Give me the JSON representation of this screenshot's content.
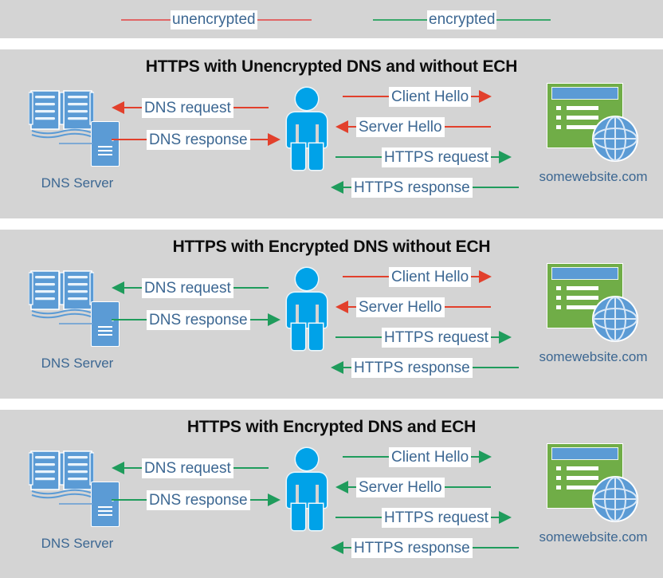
{
  "legend": {
    "items": [
      {
        "label": "unencrypted",
        "color": "#e06666",
        "icon": "red-line-icon"
      },
      {
        "label": "encrypted",
        "color": "#3aa86b",
        "icon": "green-line-icon"
      }
    ]
  },
  "colors": {
    "panel_background": "#d4d4d4",
    "page_background": "#ffffff",
    "label_text": "#3c6792",
    "title_text": "#0d0d0d",
    "unencrypted": "#e2402c",
    "encrypted": "#1f9c5c",
    "person": "#00a2e8",
    "server_blue": "#5b9bd5",
    "website_green": "#70ad47"
  },
  "nodes": {
    "dns_server_label": "DNS Server",
    "website_label": "somewebsite.com"
  },
  "panels": [
    {
      "title": "HTTPS with Unencrypted DNS and without ECH",
      "dns_flows": [
        {
          "label": "DNS request",
          "direction": "left",
          "encrypted": false
        },
        {
          "label": "DNS response",
          "direction": "right",
          "encrypted": false
        }
      ],
      "server_flows": [
        {
          "label": "Client Hello",
          "direction": "right",
          "encrypted": false
        },
        {
          "label": "Server Hello",
          "direction": "left",
          "encrypted": false
        },
        {
          "label": "HTTPS request",
          "direction": "right",
          "encrypted": true
        },
        {
          "label": "HTTPS response",
          "direction": "left",
          "encrypted": true
        }
      ]
    },
    {
      "title": "HTTPS with Encrypted DNS without ECH",
      "dns_flows": [
        {
          "label": "DNS request",
          "direction": "left",
          "encrypted": true
        },
        {
          "label": "DNS response",
          "direction": "right",
          "encrypted": true
        }
      ],
      "server_flows": [
        {
          "label": "Client Hello",
          "direction": "right",
          "encrypted": false
        },
        {
          "label": "Server Hello",
          "direction": "left",
          "encrypted": false
        },
        {
          "label": "HTTPS request",
          "direction": "right",
          "encrypted": true
        },
        {
          "label": "HTTPS response",
          "direction": "left",
          "encrypted": true
        }
      ]
    },
    {
      "title": "HTTPS with Encrypted DNS and ECH",
      "dns_flows": [
        {
          "label": "DNS request",
          "direction": "left",
          "encrypted": true
        },
        {
          "label": "DNS response",
          "direction": "right",
          "encrypted": true
        }
      ],
      "server_flows": [
        {
          "label": "Client Hello",
          "direction": "right",
          "encrypted": true
        },
        {
          "label": "Server Hello",
          "direction": "left",
          "encrypted": true
        },
        {
          "label": "HTTPS request",
          "direction": "right",
          "encrypted": true
        },
        {
          "label": "HTTPS response",
          "direction": "left",
          "encrypted": true
        }
      ]
    }
  ]
}
